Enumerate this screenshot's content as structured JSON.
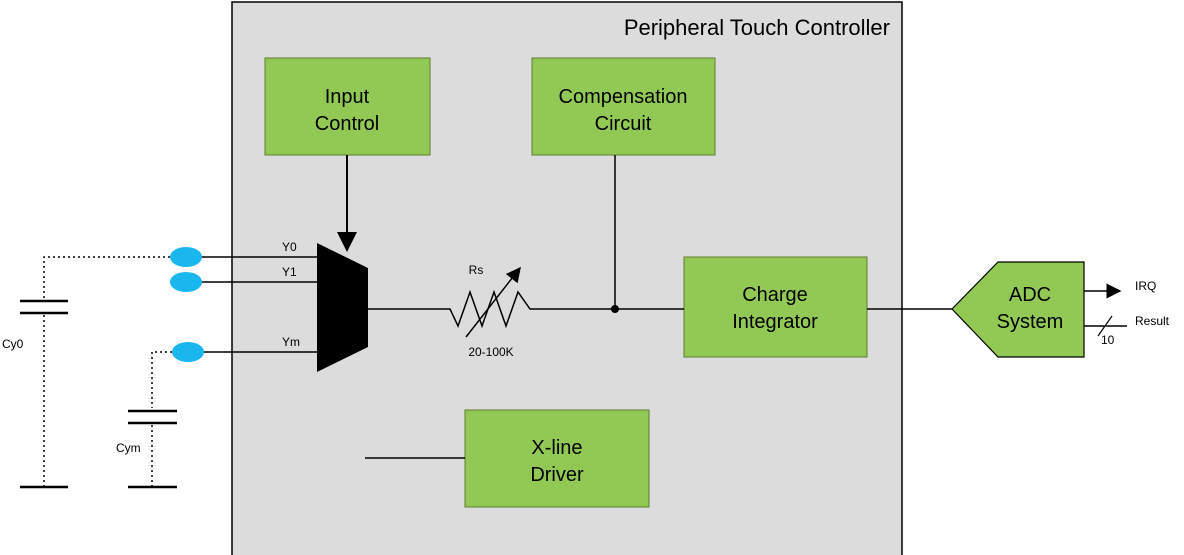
{
  "title": "Peripheral Touch Controller",
  "blocks": {
    "input_control": [
      "Input",
      "Control"
    ],
    "compensation": [
      "Compensation",
      "Circuit"
    ],
    "charge_integrator": [
      "Charge",
      "Integrator"
    ],
    "xline_driver": [
      "X-line",
      "Driver"
    ],
    "adc": [
      "ADC",
      "System"
    ]
  },
  "pins": {
    "y0": "Y0",
    "y1": "Y1",
    "ym": "Ym"
  },
  "capacitors": {
    "cy0": "Cy0",
    "cym": "Cym"
  },
  "resistor": {
    "name": "Rs",
    "range": "20-100K"
  },
  "outputs": {
    "irq": "IRQ",
    "result": "Result",
    "bus_width": "10"
  },
  "colors": {
    "block_fill": "#92c955",
    "block_stroke": "#5f7d2e",
    "panel_fill": "#dcdcdc",
    "pin_fill": "#1ab6ee",
    "mux_fill": "#000000"
  }
}
